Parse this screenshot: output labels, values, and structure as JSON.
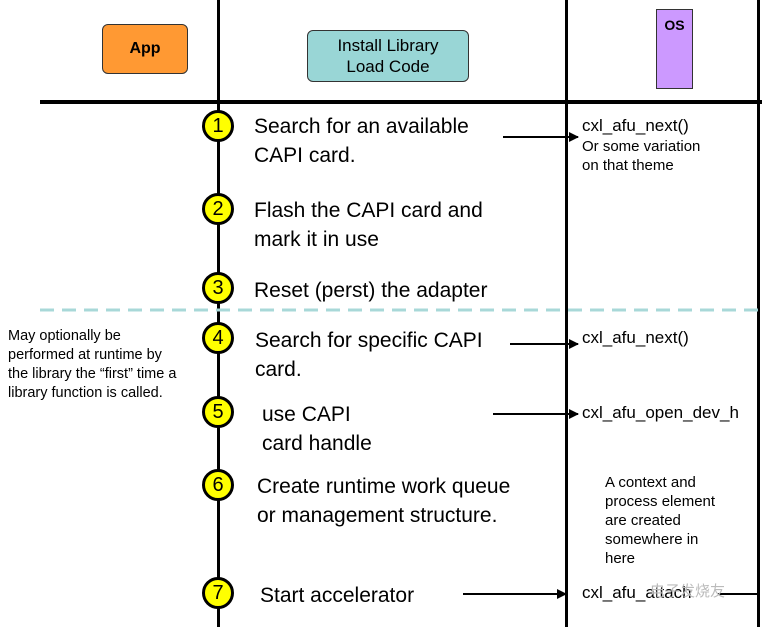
{
  "lanes": {
    "app": {
      "label": "App",
      "color": "#ff9933"
    },
    "library": {
      "label": "Install Library\nLoad Code",
      "color": "#99d6d6"
    },
    "os": {
      "label": "OS",
      "color": "#cc99ff"
    }
  },
  "steps": [
    {
      "number": "1",
      "text": "Search for an available\nCAPI card."
    },
    {
      "number": "2",
      "text": "Flash the CAPI card and\nmark it in use"
    },
    {
      "number": "3",
      "text": "Reset (perst) the adapter"
    },
    {
      "number": "4",
      "text": "Search for specific CAPI\ncard."
    },
    {
      "number": "5",
      "text": "use CAPI\ncard handle"
    },
    {
      "number": "6",
      "text": "Create runtime work queue\nor management structure."
    },
    {
      "number": "7",
      "text": "Start accelerator"
    }
  ],
  "os_calls": {
    "step1": "cxl_afu_next()",
    "step1_note": "Or some variation\non that theme",
    "step4": "cxl_afu_next()",
    "step5": "cxl_afu_open_dev_h",
    "step7": "cxl_afu_attach"
  },
  "os_note_step6": "A context and\nprocess element\nare created\nsomewhere in\nhere",
  "side_note": "May optionally be\nperformed at runtime by\nthe library the “first” time a\nlibrary function is called.",
  "watermark": "电子发烧友",
  "colors": {
    "step_circle": "#ffff00",
    "divider": "#a8d8d8"
  }
}
